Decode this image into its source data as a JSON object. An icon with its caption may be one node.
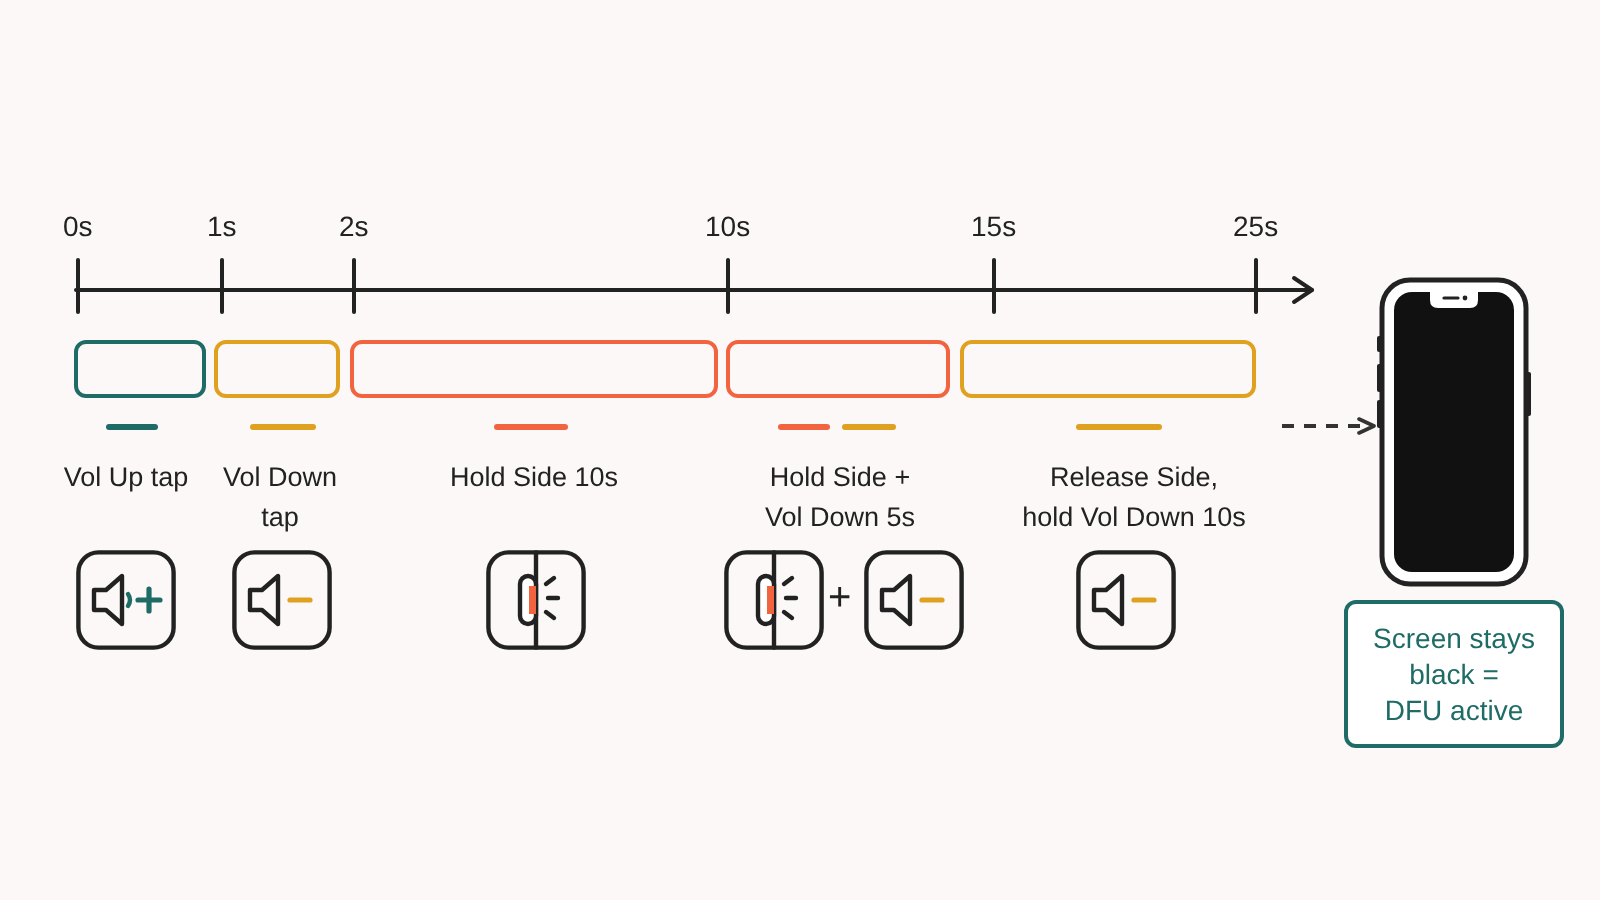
{
  "diagram": {
    "nodes": [
      {
        "text": [],
        "shape": "bar",
        "beside": [
          "Vol Up tap"
        ]
      },
      {
        "text": [],
        "shape": "bar",
        "beside": [
          "Vol Down tap"
        ]
      },
      {
        "text": [],
        "shape": "bar",
        "beside": [
          "Hold Side 10s"
        ]
      },
      {
        "text": [],
        "shape": "bar",
        "beside": [
          "Hold Side + Vol Down 5s"
        ]
      },
      {
        "text": [],
        "shape": "bar",
        "beside": [
          "Release Side, hold Vol Down 10s"
        ]
      },
      {
        "text": [],
        "shape": "picture"
      },
      {
        "text": [
          "Screen stays black = DFU active"
        ]
      }
    ],
    "edges": [
      {
        "from": null,
        "to": 5,
        "arrow": "to",
        "style": "dashed"
      }
    ],
    "labels": [
      "0s",
      "1s",
      "2s",
      "10s",
      "15s",
      "25s",
      "+"
    ]
  }
}
